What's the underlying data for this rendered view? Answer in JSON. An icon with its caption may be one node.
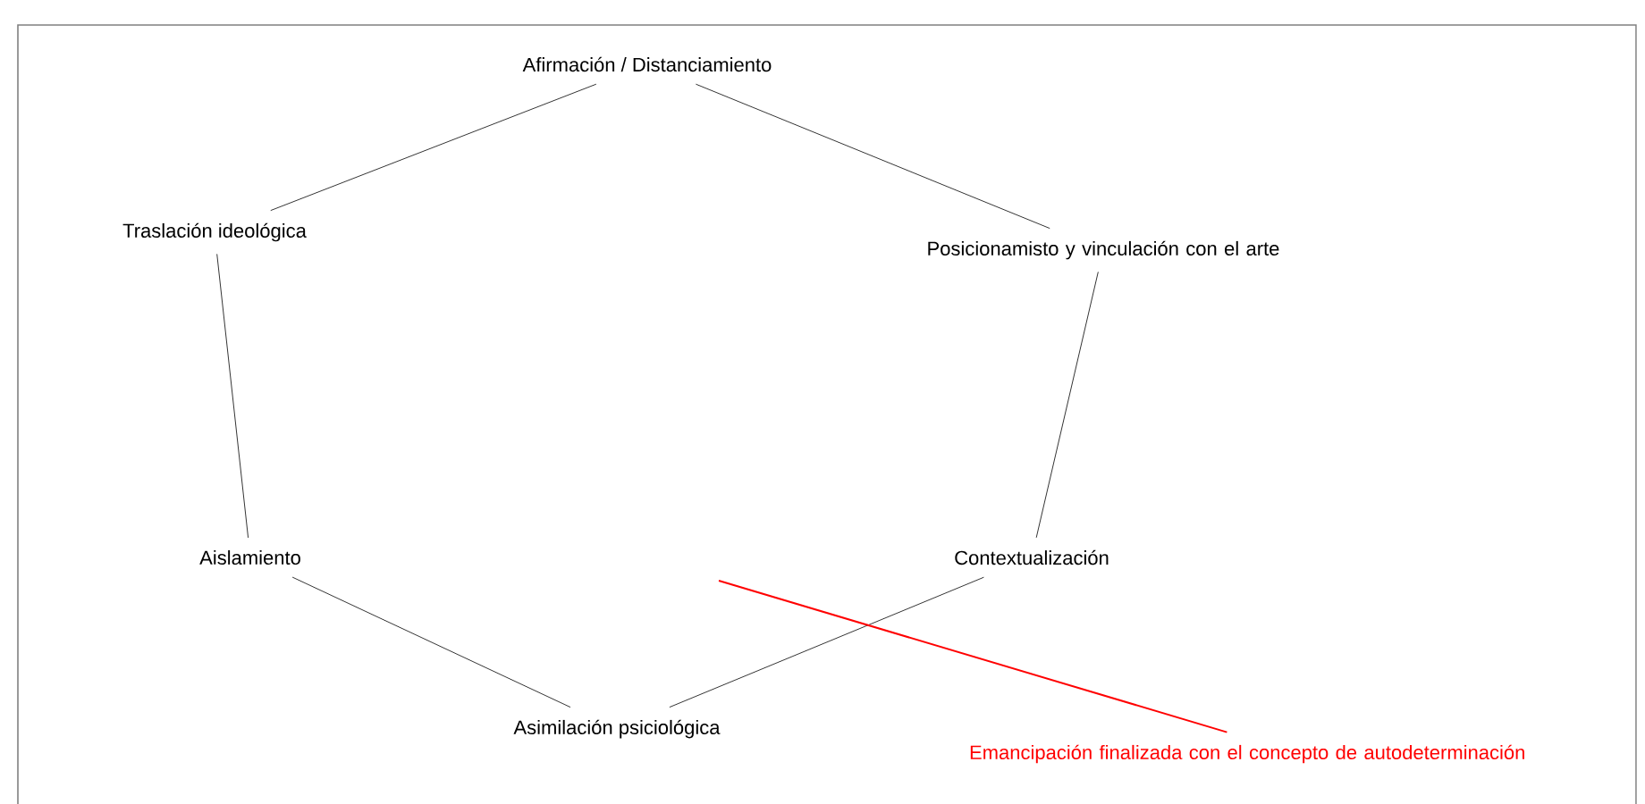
{
  "diagram": {
    "nodes": [
      {
        "text": [
          "Afirmación / Distanciamiento"
        ]
      },
      {
        "text": [
          "Traslación ideológica"
        ]
      },
      {
        "text": [
          "Posicionamisto y vinculación con el arte"
        ]
      },
      {
        "text": [
          "Aislamiento"
        ]
      },
      {
        "text": [
          "Contextualización"
        ]
      },
      {
        "text": [
          "Asimilación psiciológica"
        ]
      },
      {
        "text": [
          "Emancipación finalizada con el concepto de autodeterminación"
        ]
      }
    ],
    "edges": [
      {
        "from": 0,
        "to": 1,
        "arrow": "none"
      },
      {
        "from": 0,
        "to": 2,
        "arrow": "none"
      },
      {
        "from": 1,
        "to": 3,
        "arrow": "none"
      },
      {
        "from": 2,
        "to": 4,
        "arrow": "none"
      },
      {
        "from": 3,
        "to": 5,
        "arrow": "none"
      },
      {
        "from": 4,
        "to": 5,
        "arrow": "none"
      },
      {
        "from": null,
        "to": 6,
        "arrow": "none",
        "color": "#ff0000"
      }
    ]
  }
}
